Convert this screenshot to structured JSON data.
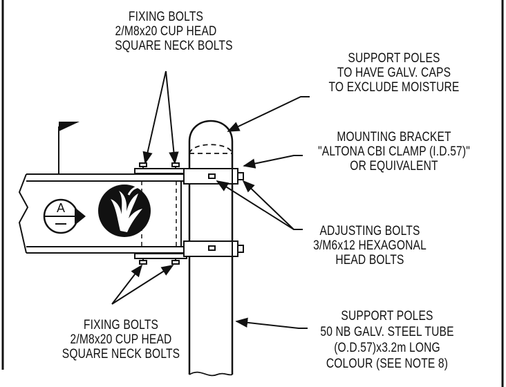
{
  "labels": {
    "fixing_bolts_top": [
      "FIXING BOLTS",
      "2/M8x20 CUP HEAD",
      "SQUARE NECK BOLTS"
    ],
    "caps": [
      "SUPPORT POLES",
      "TO HAVE GALV. CAPS",
      "TO EXCLUDE MOISTURE"
    ],
    "mounting_bracket": [
      "MOUNTING BRACKET",
      "\"ALTONA CBI CLAMP (I.D.57)\"",
      "OR EQUIVALENT"
    ],
    "adjusting_bolts": [
      "ADJUSTING BOLTS",
      "3/M6x12 HEXAGONAL",
      "HEAD BOLTS"
    ],
    "support_poles": [
      "SUPPORT POLES",
      "50 NB GALV. STEEL TUBE",
      "(O.D.57)x3.2m LONG",
      "COLOUR (SEE NOTE 8)"
    ],
    "fixing_bolts_bottom": [
      "FIXING BOLTS",
      "2/M8x20 CUP HEAD",
      "SQUARE NECK BOLTS"
    ]
  },
  "symbols": {
    "section_marker": "A",
    "section_marker_icon": "section-marker-icon",
    "flag_icon": "flag-icon",
    "logo_icon": "leaf-logo-icon"
  },
  "colors": {
    "line": "#111111",
    "logo": "#111111"
  }
}
